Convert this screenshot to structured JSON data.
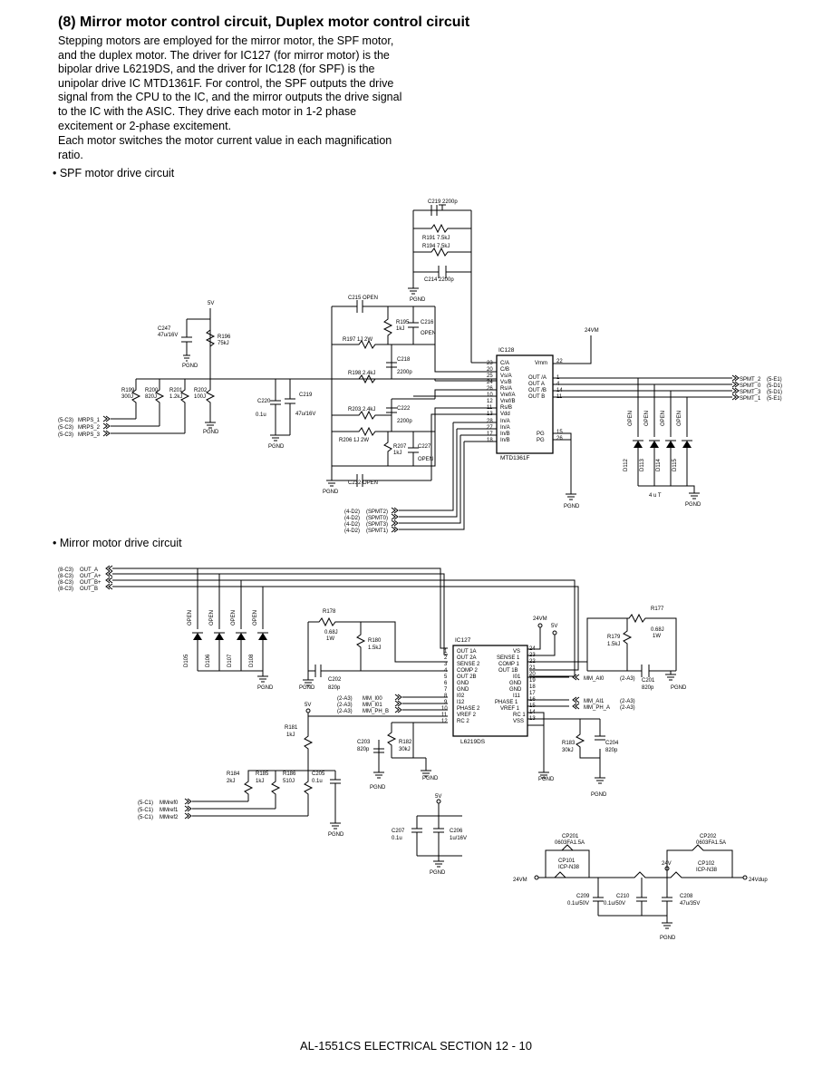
{
  "heading": "(8) Mirror motor control circuit, Duplex motor control circuit",
  "paragraph1": "Stepping motors are employed for the mirror motor, the SPF motor, and the duplex motor. The driver for IC127 (for mirror motor) is the bipolar drive L6219DS, and the driver for IC128 (for SPF) is the unipolar drive IC MTD1361F. For control, the SPF outputs the drive signal from the CPU to the IC, and the mirror outputs the drive signal to the IC with the ASIC. They drive each motor in 1-2 phase excitement or 2-phase excitement.",
  "paragraph2": "Each motor switches the motor current value in each magnification ratio.",
  "bullet1": "•  SPF motor drive circuit",
  "bullet2": "•  Mirror motor drive circuit",
  "footer": "AL-1551CS ELECTRICAL SECTION 12 - 10",
  "spf": {
    "ic_name": "IC128",
    "ic_part": "MTD1361F",
    "ic_pins_left": [
      "C/A",
      "C/B",
      "Vs/A",
      "Vs/B",
      "Rs/A",
      "Vref/A",
      "Vref/B",
      "Rs/B",
      "Vdd",
      "In/A",
      "In/A",
      "In/B",
      "In/B"
    ],
    "ic_pin_numbers_left": [
      "23",
      "20",
      "25",
      "24",
      "26",
      "10",
      "12",
      "11",
      "13",
      "28",
      "27",
      "17",
      "18"
    ],
    "ic_pins_right": [
      "Vmm",
      "OUT /A",
      "OUT A",
      "OUT /B",
      "OUT B",
      "PG",
      "PG"
    ],
    "ic_pin_numbers_right": [
      "22",
      "1",
      "4",
      "14",
      "11",
      "15",
      "26"
    ],
    "outputs": [
      "SPMT_2",
      "SPMT_0",
      "SPMT_3",
      "SPMT_1"
    ],
    "output_refs": [
      "(5-E1)",
      "(5-D1)",
      "(5-D1)",
      "(5-E1)"
    ],
    "inputs": [
      "MRPS_1",
      "MRPS_2",
      "MRPS_3"
    ],
    "input_refs": [
      "(5-C3)",
      "(5-C3)",
      "(5-C3)"
    ],
    "bottom_inputs": [
      "(SPMT2)",
      "(SPMT0)",
      "(SPMT3)",
      "(SPMT1)"
    ],
    "bottom_refs": [
      "(4-D2)",
      "(4-D2)",
      "(4-D2)",
      "(4-D2)"
    ],
    "diodes": [
      "D112",
      "D113",
      "D114",
      "D115"
    ],
    "open": "OPEN",
    "vcc": "5V",
    "vmotor": "24VM",
    "pgnd": "PGND",
    "labels": {
      "c219": "C219  2200p",
      "r191": "R191  7.5kJ",
      "r194": "R194  7.5kJ",
      "c214": "C214   2200p",
      "c215": "C215   OPEN",
      "r195": "R195",
      "r195v": "1kJ",
      "c216": "C216",
      "c216v": "OPEN",
      "r197": "R197  1J   2W",
      "c218": "C218",
      "c218v": "2200p",
      "r198": "R198   2.4kJ",
      "r203": "R203   2.4kJ",
      "c222": "C222",
      "c222v": "2200p",
      "r206": "R206   1J   2W",
      "r207": "R207",
      "r207v": "1kJ",
      "c227": "C227",
      "c227v": "OPEN",
      "c232": "C232   OPEN",
      "c247": "C247",
      "c247v": "47u/16V",
      "r196": "R196",
      "r196v": "75kJ",
      "r199": "R199",
      "r199v": "300J",
      "r200": "R200",
      "r200v": "820J",
      "r201": "R201",
      "r201v": "1.2kJ",
      "r202": "R202",
      "r202v": "100J",
      "c220": "C220",
      "c220v": "0.1u",
      "c219b": "C219",
      "c219bv": "47u/16V",
      "dir": "4 u T"
    }
  },
  "mirror": {
    "ic_name": "IC127",
    "ic_part": "L6219DS",
    "pins_left": [
      "OUT 1A",
      "OUT 2A",
      "SENSE 2",
      "COMP 2",
      "OUT 2B",
      "GND",
      "GND",
      "I02",
      "I12",
      "PHASE 2",
      "VREF 2",
      "RC 2"
    ],
    "pin_numbers_left": [
      "1",
      "2",
      "3",
      "4",
      "5",
      "6",
      "7",
      "8",
      "9",
      "10",
      "11",
      "12"
    ],
    "pins_right": [
      "VS",
      "SENSE 1",
      "COMP 1",
      "OUT 1B",
      "I01",
      "GND",
      "GND",
      "I11",
      "PHASE 1",
      "VREF 1",
      "RC 1",
      "VSS"
    ],
    "pin_numbers_right": [
      "24",
      "23",
      "22",
      "21",
      "20",
      "19",
      "18",
      "17",
      "16",
      "15",
      "14",
      "13"
    ],
    "outputs": [
      "OUT_A",
      "OUT_A+",
      "OUT_B+",
      "OUT_B"
    ],
    "output_refs": [
      "(8-C3)",
      "(8-C3)",
      "(8-C3)",
      "(8-C3)"
    ],
    "ctrl_left": [
      "MM_I00",
      "MM_I01",
      "MM_PH_B"
    ],
    "ctrl_left_refs": [
      "(2-A3)",
      "(2-A3)",
      "(2-A3)"
    ],
    "ctrl_right": [
      "MM_AI0",
      "MM_AI1",
      "MM_PH_A"
    ],
    "ctrl_right_refs": [
      "(2-A3)",
      "(2-A3)",
      "(2-A3)"
    ],
    "mmrefs": [
      "MMref0",
      "MMref1",
      "MMref2"
    ],
    "mmref_refs": [
      "(5-C1)",
      "(5-C1)",
      "(5-C1)"
    ],
    "diodes": [
      "D105",
      "D106",
      "D107",
      "D108"
    ],
    "open": "OPEN",
    "labels": {
      "r178": "R178",
      "r178v1": "0.68J",
      "r178v2": "1W",
      "r180": "R180",
      "r180v": "1.5kJ",
      "c202": "C202",
      "c202v": "820p",
      "r177": "R177",
      "r177v1": "0.68J",
      "r177v2": "1W",
      "r179": "R179",
      "r179v": "1.5kJ",
      "c201": "C201",
      "c201v": "820p",
      "r181": "R181",
      "r181v": "1kJ",
      "c203": "C203",
      "c203v": "820p",
      "r182": "R182",
      "r182v": "30kJ",
      "r183": "R183",
      "r183v": "30kJ",
      "c204": "C204",
      "c204v": "820p",
      "r184": "R184",
      "r184v": "2kJ",
      "r185": "R185",
      "r185v": "1kJ",
      "r186": "R186",
      "r186v": "510J",
      "c205": "C205",
      "c205v": "0.1u",
      "c207": "C207",
      "c207v": "0.1u",
      "c206": "C206",
      "c206v": "1u/16V",
      "v5": "5V",
      "v24": "24VM",
      "pgnd": "PGND"
    }
  },
  "power": {
    "cp201": "CP201",
    "cp201v": "0603FA1.5A",
    "cp202": "CP202",
    "cp202v": "0603FA1.5A",
    "cp101": "CP101",
    "cp101v": "ICP-N38",
    "cp102": "CP102",
    "cp102v": "ICP-N38",
    "in": "24VM",
    "mid": "24V",
    "out": "24Vdup",
    "c209": "C209",
    "c209v": "0.1u/50V",
    "c210": "C210",
    "c210v": "0.1u/50V",
    "c208": "C208",
    "c208v": "47u/35V",
    "pgnd": "PGND"
  }
}
